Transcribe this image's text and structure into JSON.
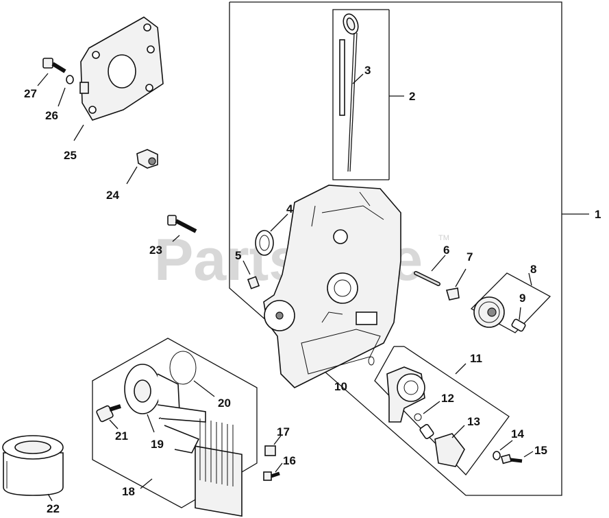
{
  "watermark": {
    "text": "PartsTree",
    "trademark": "TM"
  },
  "callouts": {
    "c1": "1",
    "c2": "2",
    "c3": "3",
    "c4": "4",
    "c5": "5",
    "c6": "6",
    "c7": "7",
    "c8": "8",
    "c9": "9",
    "c10": "10",
    "c11": "11",
    "c12": "12",
    "c13": "13",
    "c14": "14",
    "c15": "15",
    "c16": "16",
    "c17": "17",
    "c18": "18",
    "c19": "19",
    "c20": "20",
    "c21": "21",
    "c22": "22",
    "c23": "23",
    "c24": "24",
    "c25": "25",
    "c26": "26",
    "c27": "27"
  }
}
